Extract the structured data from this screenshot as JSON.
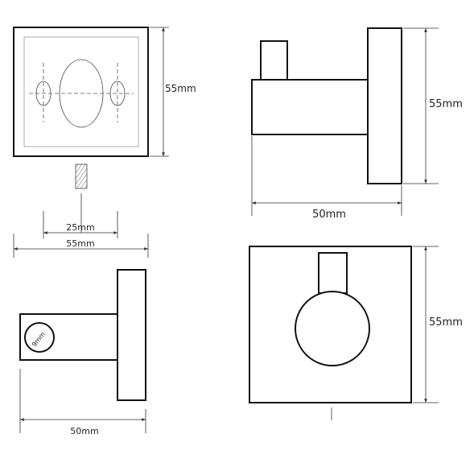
{
  "views": {
    "mounting_plate": {
      "height_label": "55mm",
      "hole_spacing_label": "25mm",
      "width_label": "55mm"
    },
    "side_view": {
      "height_label": "55mm",
      "depth_label": "50mm"
    },
    "bottom_view": {
      "depth_label": "50mm",
      "diameter_label": "9mm"
    },
    "front_view": {
      "height_label": "55mm"
    }
  }
}
